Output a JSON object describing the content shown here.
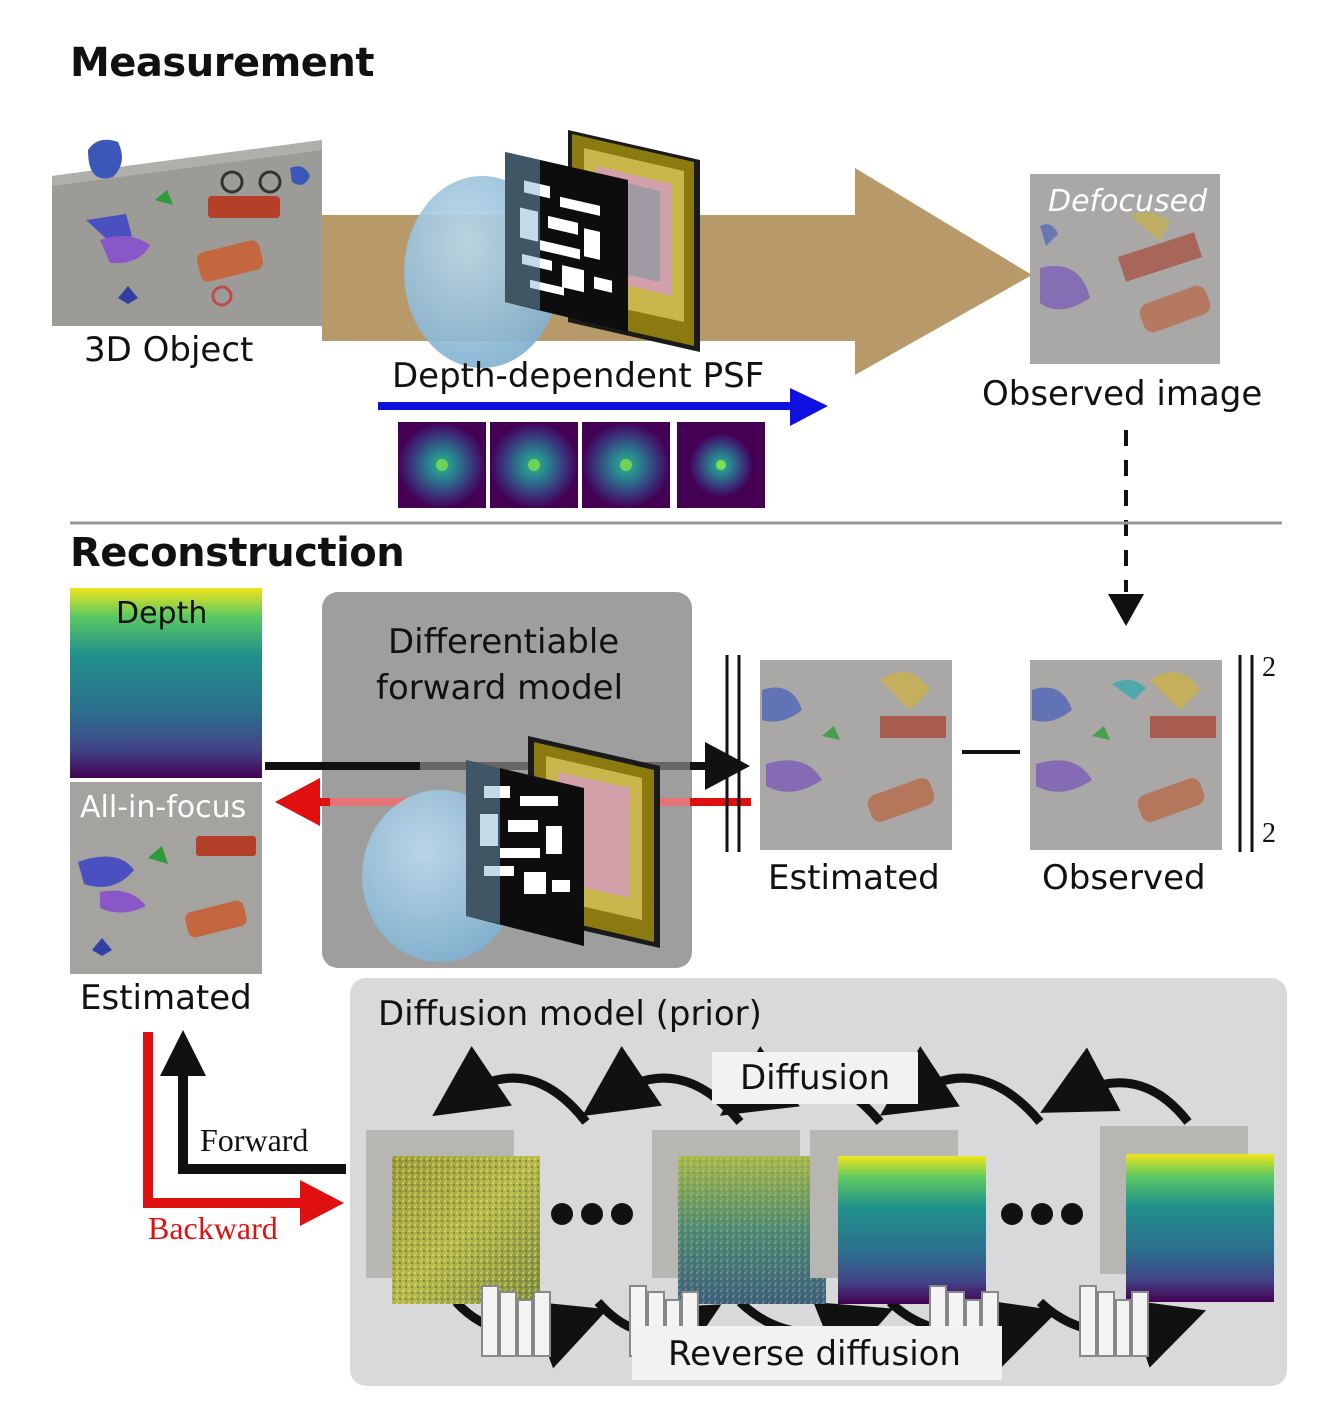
{
  "measurement": {
    "heading": "Measurement",
    "object_label": "3D Object",
    "psf_label": "Depth-dependent PSF",
    "defocused_label": "Defocused",
    "observed_label": "Observed image"
  },
  "reconstruction": {
    "heading": "Reconstruction",
    "depth_label": "Depth",
    "allinfocus_label": "All-in-focus",
    "estimated_left_label": "Estimated",
    "forward_model_line1": "Differentiable",
    "forward_model_line2": "forward model",
    "estimated_label": "Estimated",
    "observed_label": "Observed",
    "norm_superscript": "2",
    "norm_subscript": "2",
    "forward_label": "Forward",
    "backward_label": "Backward"
  },
  "diffusion": {
    "title": "Diffusion model (prior)",
    "diffusion_label": "Diffusion",
    "reverse_label": "Reverse diffusion"
  },
  "colors": {
    "beam": "#b89a6a",
    "blue_arrow": "#1010e0",
    "red_arrow": "#e01010",
    "panel_gray": "#9e9e9e",
    "panel_light": "#d9d9db"
  }
}
